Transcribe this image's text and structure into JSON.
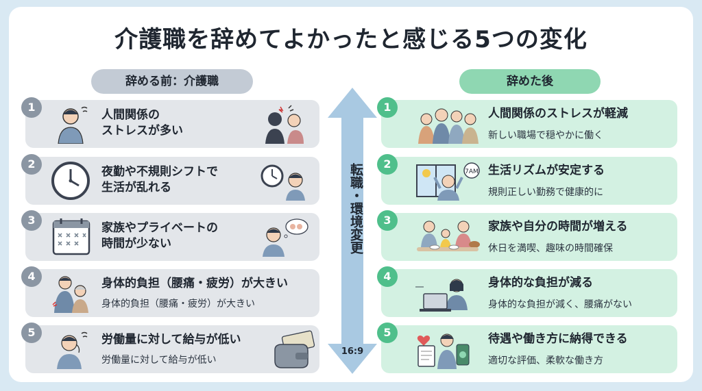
{
  "title": "介護職を辞めてよかったと感じる5つの変化",
  "left_header": "辞める前：介護職",
  "right_header": "辞めた後",
  "arrow_text": "転職・環境変更",
  "arrow_ratio": "16:9",
  "before": [
    {
      "num": "1",
      "line1": "人間関係の",
      "line2": "ストレスが多い",
      "sub": "",
      "icon": "stressed-person-icon"
    },
    {
      "num": "2",
      "line1": "夜勤や不規則シフトで",
      "line2": "生活が乱れる",
      "sub": "",
      "icon": "clock-icon"
    },
    {
      "num": "3",
      "line1": "家族やプライベートの",
      "line2": "時間が少ない",
      "sub": "",
      "icon": "calendar-icon"
    },
    {
      "num": "4",
      "line1": "身体的負担（腰痛・疲労）が大きい",
      "line2": "",
      "sub": "身体的負担（腰痛・疲労）が大きい",
      "icon": "caregiver-icon"
    },
    {
      "num": "5",
      "line1": "労働量に対して給与が低い",
      "line2": "",
      "sub": "労働量に対して給与が低い",
      "icon": "empty-wallet-icon"
    }
  ],
  "after": [
    {
      "num": "1",
      "title": "人間関係のストレスが軽減",
      "sub": "新しい職場で穏やかに働く",
      "icon": "happy-team-icon"
    },
    {
      "num": "2",
      "title": "生活リズムが安定する",
      "sub": "規則正しい勤務で健康的に",
      "icon": "morning-window-icon",
      "clock_text": "7AM"
    },
    {
      "num": "3",
      "title": "家族や自分の時間が増える",
      "sub": "休日を満喫、趣味の時間確保",
      "icon": "family-meal-icon"
    },
    {
      "num": "4",
      "title": "身体的な負担が減る",
      "sub": "身体的な負担が減く、腰痛がない",
      "icon": "desk-work-icon"
    },
    {
      "num": "5",
      "title": "待遇や働き方に納得できる",
      "sub": "適切な評価、柔軟な働き方",
      "icon": "contract-icon"
    }
  ]
}
